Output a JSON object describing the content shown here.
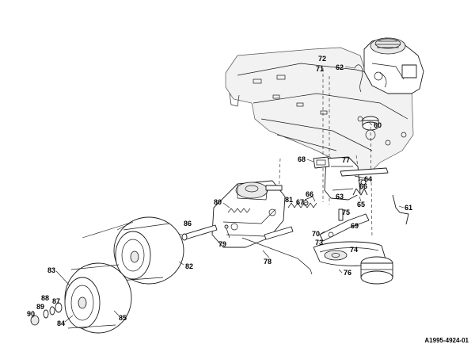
{
  "drawing_id": "A1995-4924-01",
  "callouts": [
    "60",
    "61",
    "62",
    "63",
    "64",
    "65",
    "66",
    "67",
    "68",
    "69",
    "70",
    "71",
    "72",
    "73",
    "74",
    "75",
    "76",
    "77",
    "78",
    "79",
    "80",
    "81",
    "82",
    "83",
    "84",
    "85",
    "86",
    "87",
    "88",
    "89",
    "90"
  ]
}
